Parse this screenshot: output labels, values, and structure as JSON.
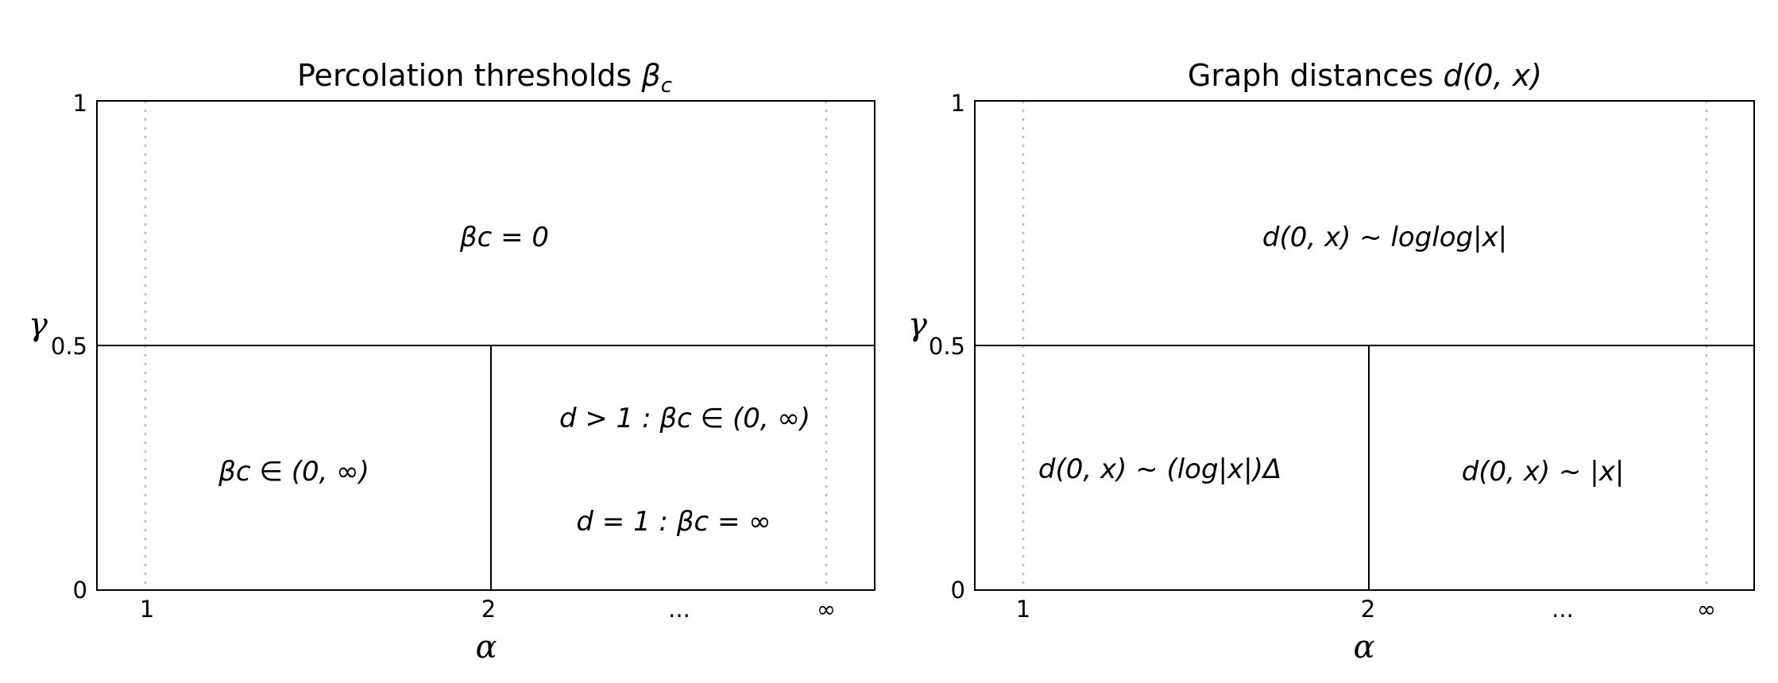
{
  "panels": [
    {
      "title": "Percolation thresholds βc",
      "title_parts": {
        "text": "Percolation thresholds ",
        "symbol": "β",
        "sub": "c"
      },
      "xlabel": "α",
      "ylabel": "γ",
      "x_ticks": [
        "1",
        "2",
        "...",
        "∞"
      ],
      "y_ticks": [
        "0",
        "0.5",
        "1"
      ],
      "regions": {
        "top": "βc = 0",
        "bottom_left": "βc ∈ (0, ∞)",
        "bottom_right_1": "d > 1 : βc ∈ (0, ∞)",
        "bottom_right_2": "d = 1 : βc = ∞"
      }
    },
    {
      "title": "Graph distances d(0, x)",
      "title_parts": {
        "text": "Graph distances ",
        "math": "d(0, x)"
      },
      "xlabel": "α",
      "ylabel": "γ",
      "x_ticks": [
        "1",
        "2",
        "...",
        "∞"
      ],
      "y_ticks": [
        "0",
        "0.5",
        "1"
      ],
      "regions": {
        "top": "d(0, x) ~ loglog|x|",
        "bottom_left": "d(0, x) ~ (log|x|)Δ",
        "bottom_right": "d(0, x) ~ |x|"
      }
    }
  ],
  "colors": {
    "line": "#000000",
    "dotted_guide": "#bbbbbb",
    "background": "#ffffff"
  }
}
